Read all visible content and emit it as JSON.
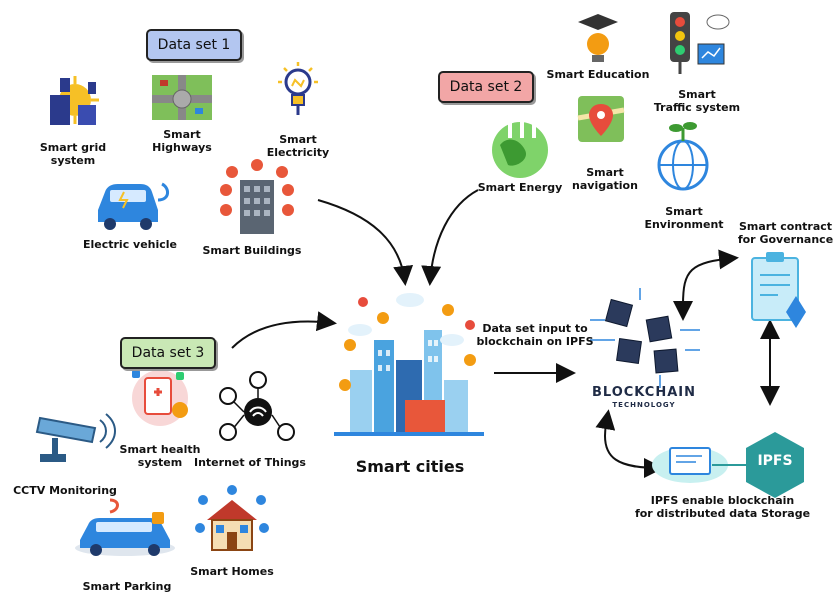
{
  "datasets": {
    "ds1": {
      "label": "Data set 1",
      "color": "#b3c6f0"
    },
    "ds2": {
      "label": "Data set 2",
      "color": "#f2a6a6"
    },
    "ds3": {
      "label": "Data set 3",
      "color": "#c9e8b5"
    }
  },
  "labels": {
    "smart_grid": "Smart grid\nsystem",
    "smart_highways": "Smart\nHighways",
    "smart_electricity": "Smart\nElectricity",
    "electric_vehicle": "Electric vehicle",
    "smart_buildings": "Smart Buildings",
    "smart_education": "Smart Education",
    "smart_traffic": "Smart\nTraffic system",
    "smart_energy": "Smart Energy",
    "smart_navigation": "Smart\nnavigation",
    "smart_environment": "Smart\nEnvironment",
    "smart_contract": "Smart contract\nfor Governance",
    "data_input": "Data set input to\nblockchain on IPFS",
    "smart_cities": "Smart cities",
    "smart_health": "Smart health\nsystem",
    "iot": "Internet of Things",
    "cctv": "CCTV Monitoring",
    "smart_parking": "Smart Parking",
    "smart_homes": "Smart Homes",
    "ipfs_storage": "IPFS enable blockchain\nfor distributed data Storage",
    "blockchain_text": "BLOCKCHAIN",
    "blockchain_sub": "TECHNOLOGY",
    "ipfs_logo": "IPFS"
  }
}
